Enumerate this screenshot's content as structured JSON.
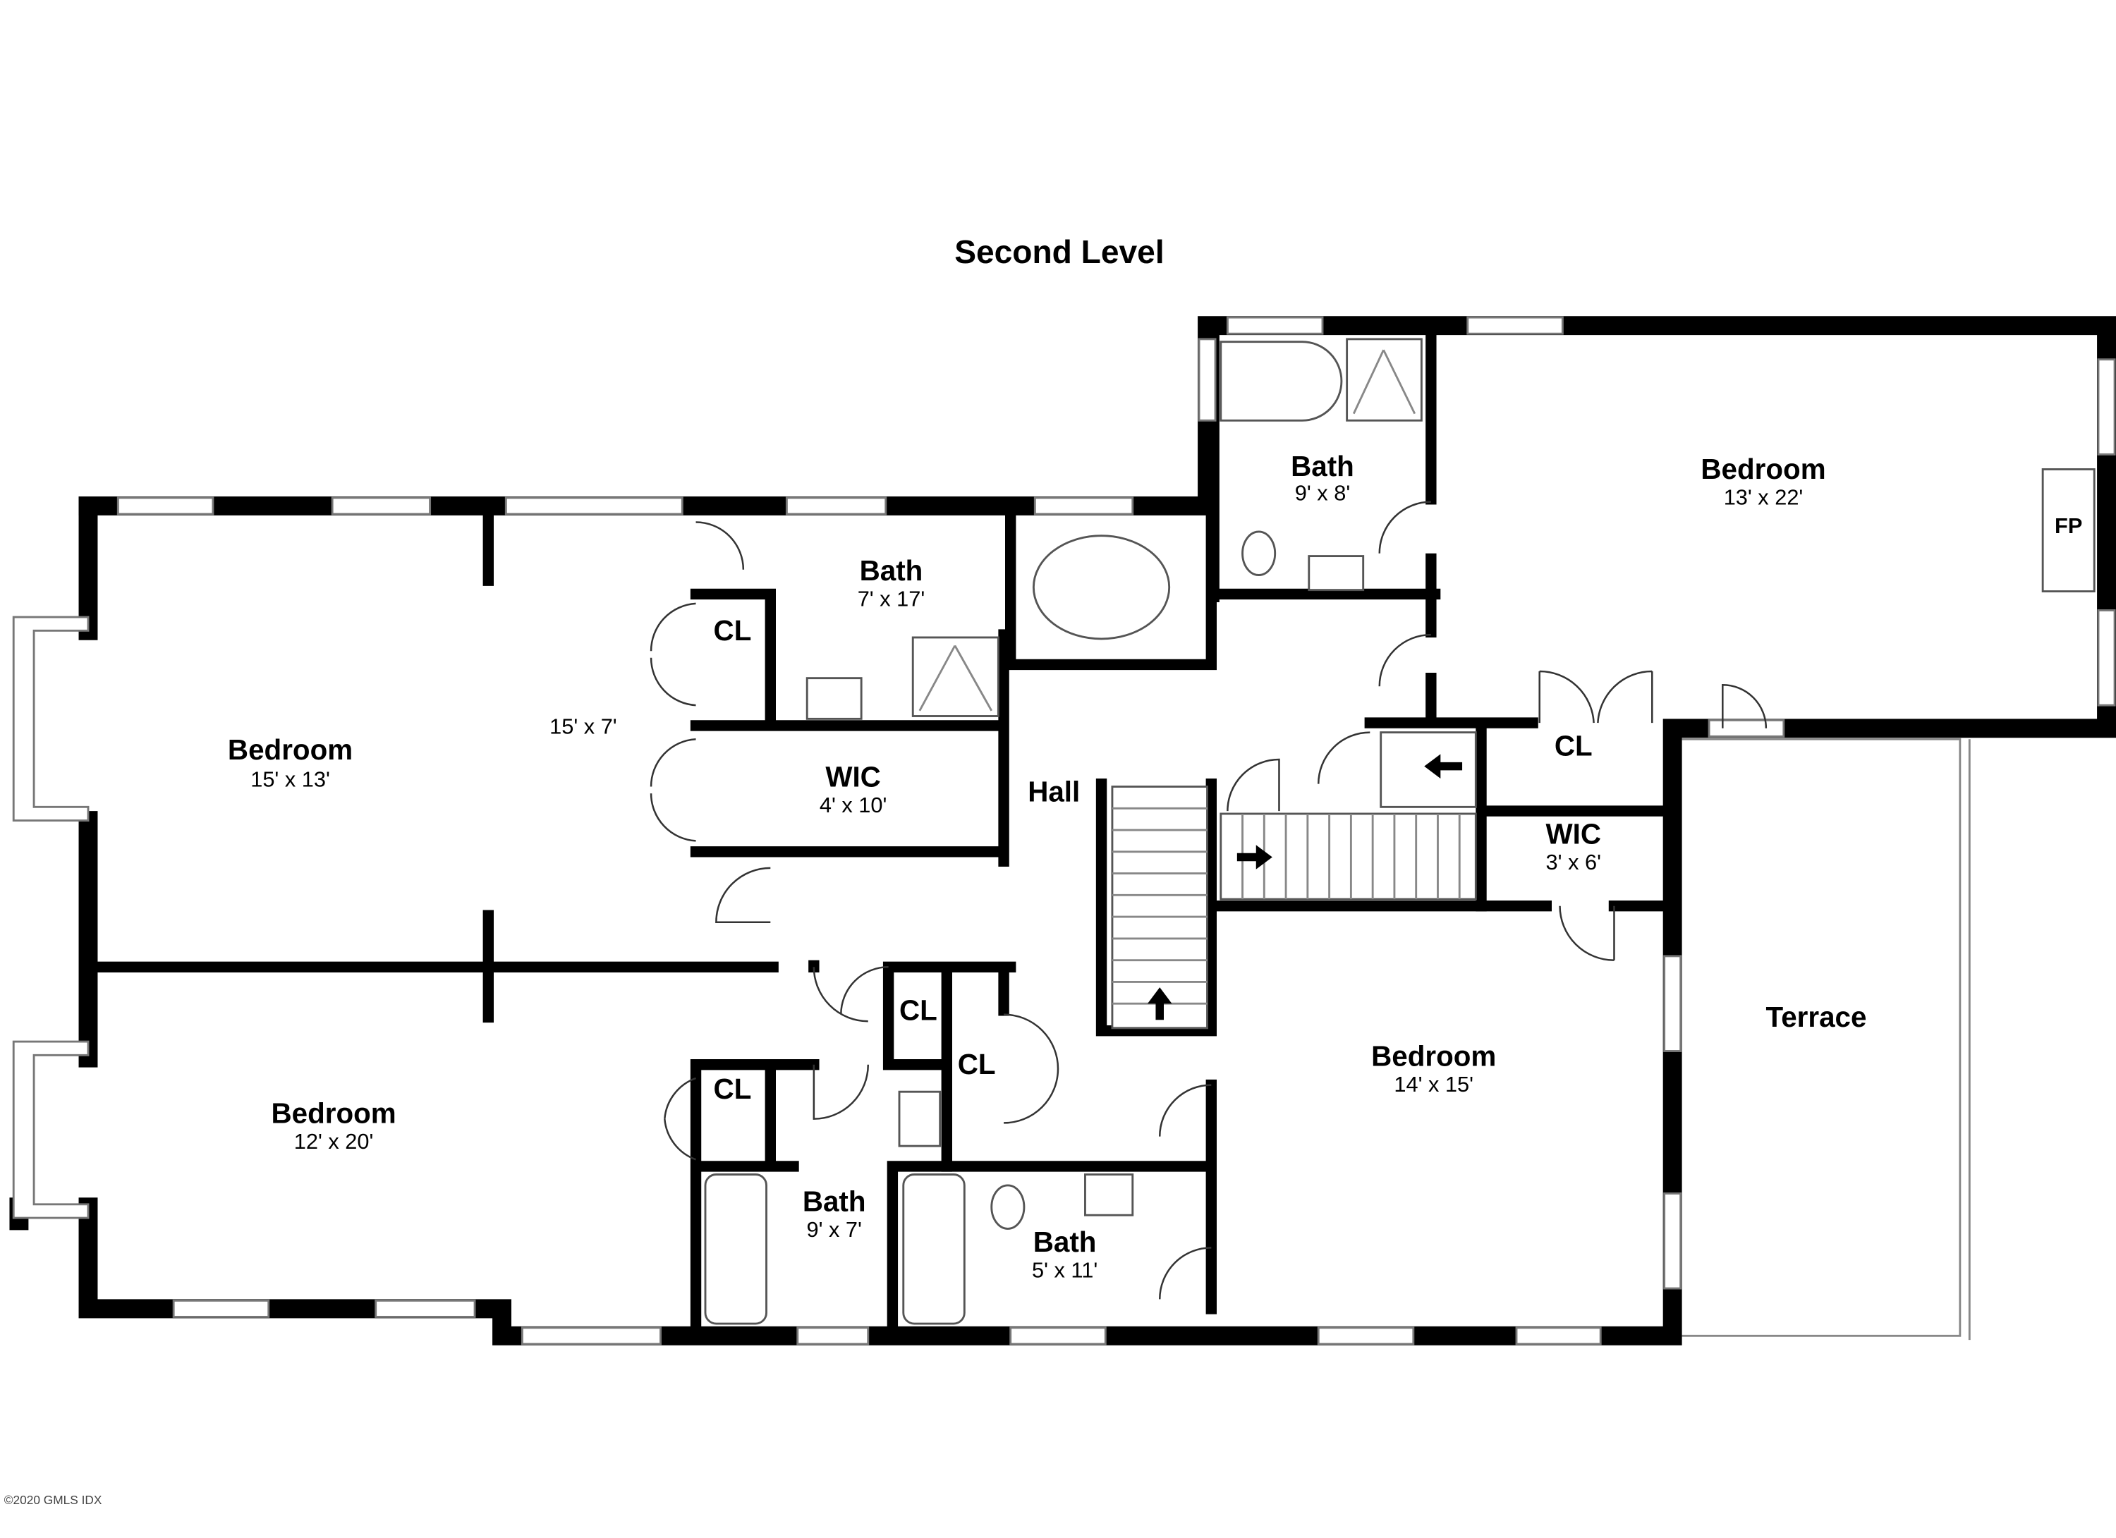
{
  "title": "Second Level",
  "watermark": "©2020 GMLS IDX",
  "rooms": {
    "bedroom_nw": {
      "name": "Bedroom",
      "dims": "15' x 13'"
    },
    "nook": {
      "dims": "15' x 7'"
    },
    "bath_n": {
      "name": "Bath",
      "dims": "7' x 17'"
    },
    "cl_n": {
      "name": "CL"
    },
    "wic_n": {
      "name": "WIC",
      "dims": "4' x 10'"
    },
    "hall": {
      "name": "Hall"
    },
    "bath_ne": {
      "name": "Bath",
      "dims": "9' x 8'"
    },
    "bedroom_ne": {
      "name": "Bedroom",
      "dims": "13' x 22'"
    },
    "fp": {
      "name": "FP"
    },
    "cl_e": {
      "name": "CL"
    },
    "wic_e": {
      "name": "WIC",
      "dims": "3' x 6'"
    },
    "terrace": {
      "name": "Terrace"
    },
    "bedroom_se": {
      "name": "Bedroom",
      "dims": "14' x 15'"
    },
    "cl_c1": {
      "name": "CL"
    },
    "cl_c2": {
      "name": "CL"
    },
    "cl_sw": {
      "name": "CL"
    },
    "bedroom_sw": {
      "name": "Bedroom",
      "dims": "12' x 20'"
    },
    "bath_sw": {
      "name": "Bath",
      "dims": "9' x 7'"
    },
    "bath_s": {
      "name": "Bath",
      "dims": "5' x 11'"
    }
  }
}
